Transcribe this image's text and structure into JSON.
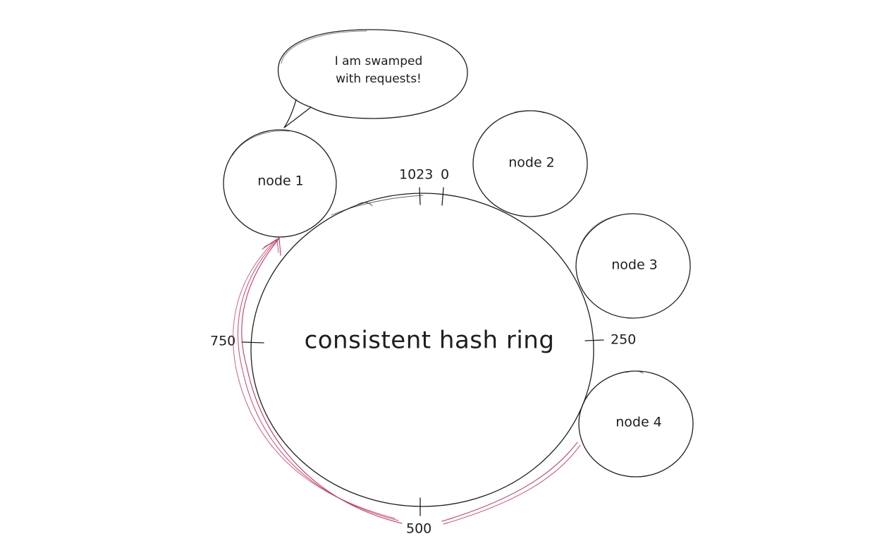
{
  "ring": {
    "title": "consistent hash ring",
    "ticks": {
      "t1023": "1023",
      "t0": "0",
      "t250": "250",
      "t500": "500",
      "t750": "750"
    }
  },
  "nodes": {
    "node1": "node 1",
    "node2": "node 2",
    "node3": "node 3",
    "node4": "node 4"
  },
  "bubble": {
    "line1": "I am swamped",
    "line2": "with requests!"
  },
  "colors": {
    "ink": "#1e1e1e",
    "arrow": "#c2255c",
    "background": "#ffffff"
  }
}
